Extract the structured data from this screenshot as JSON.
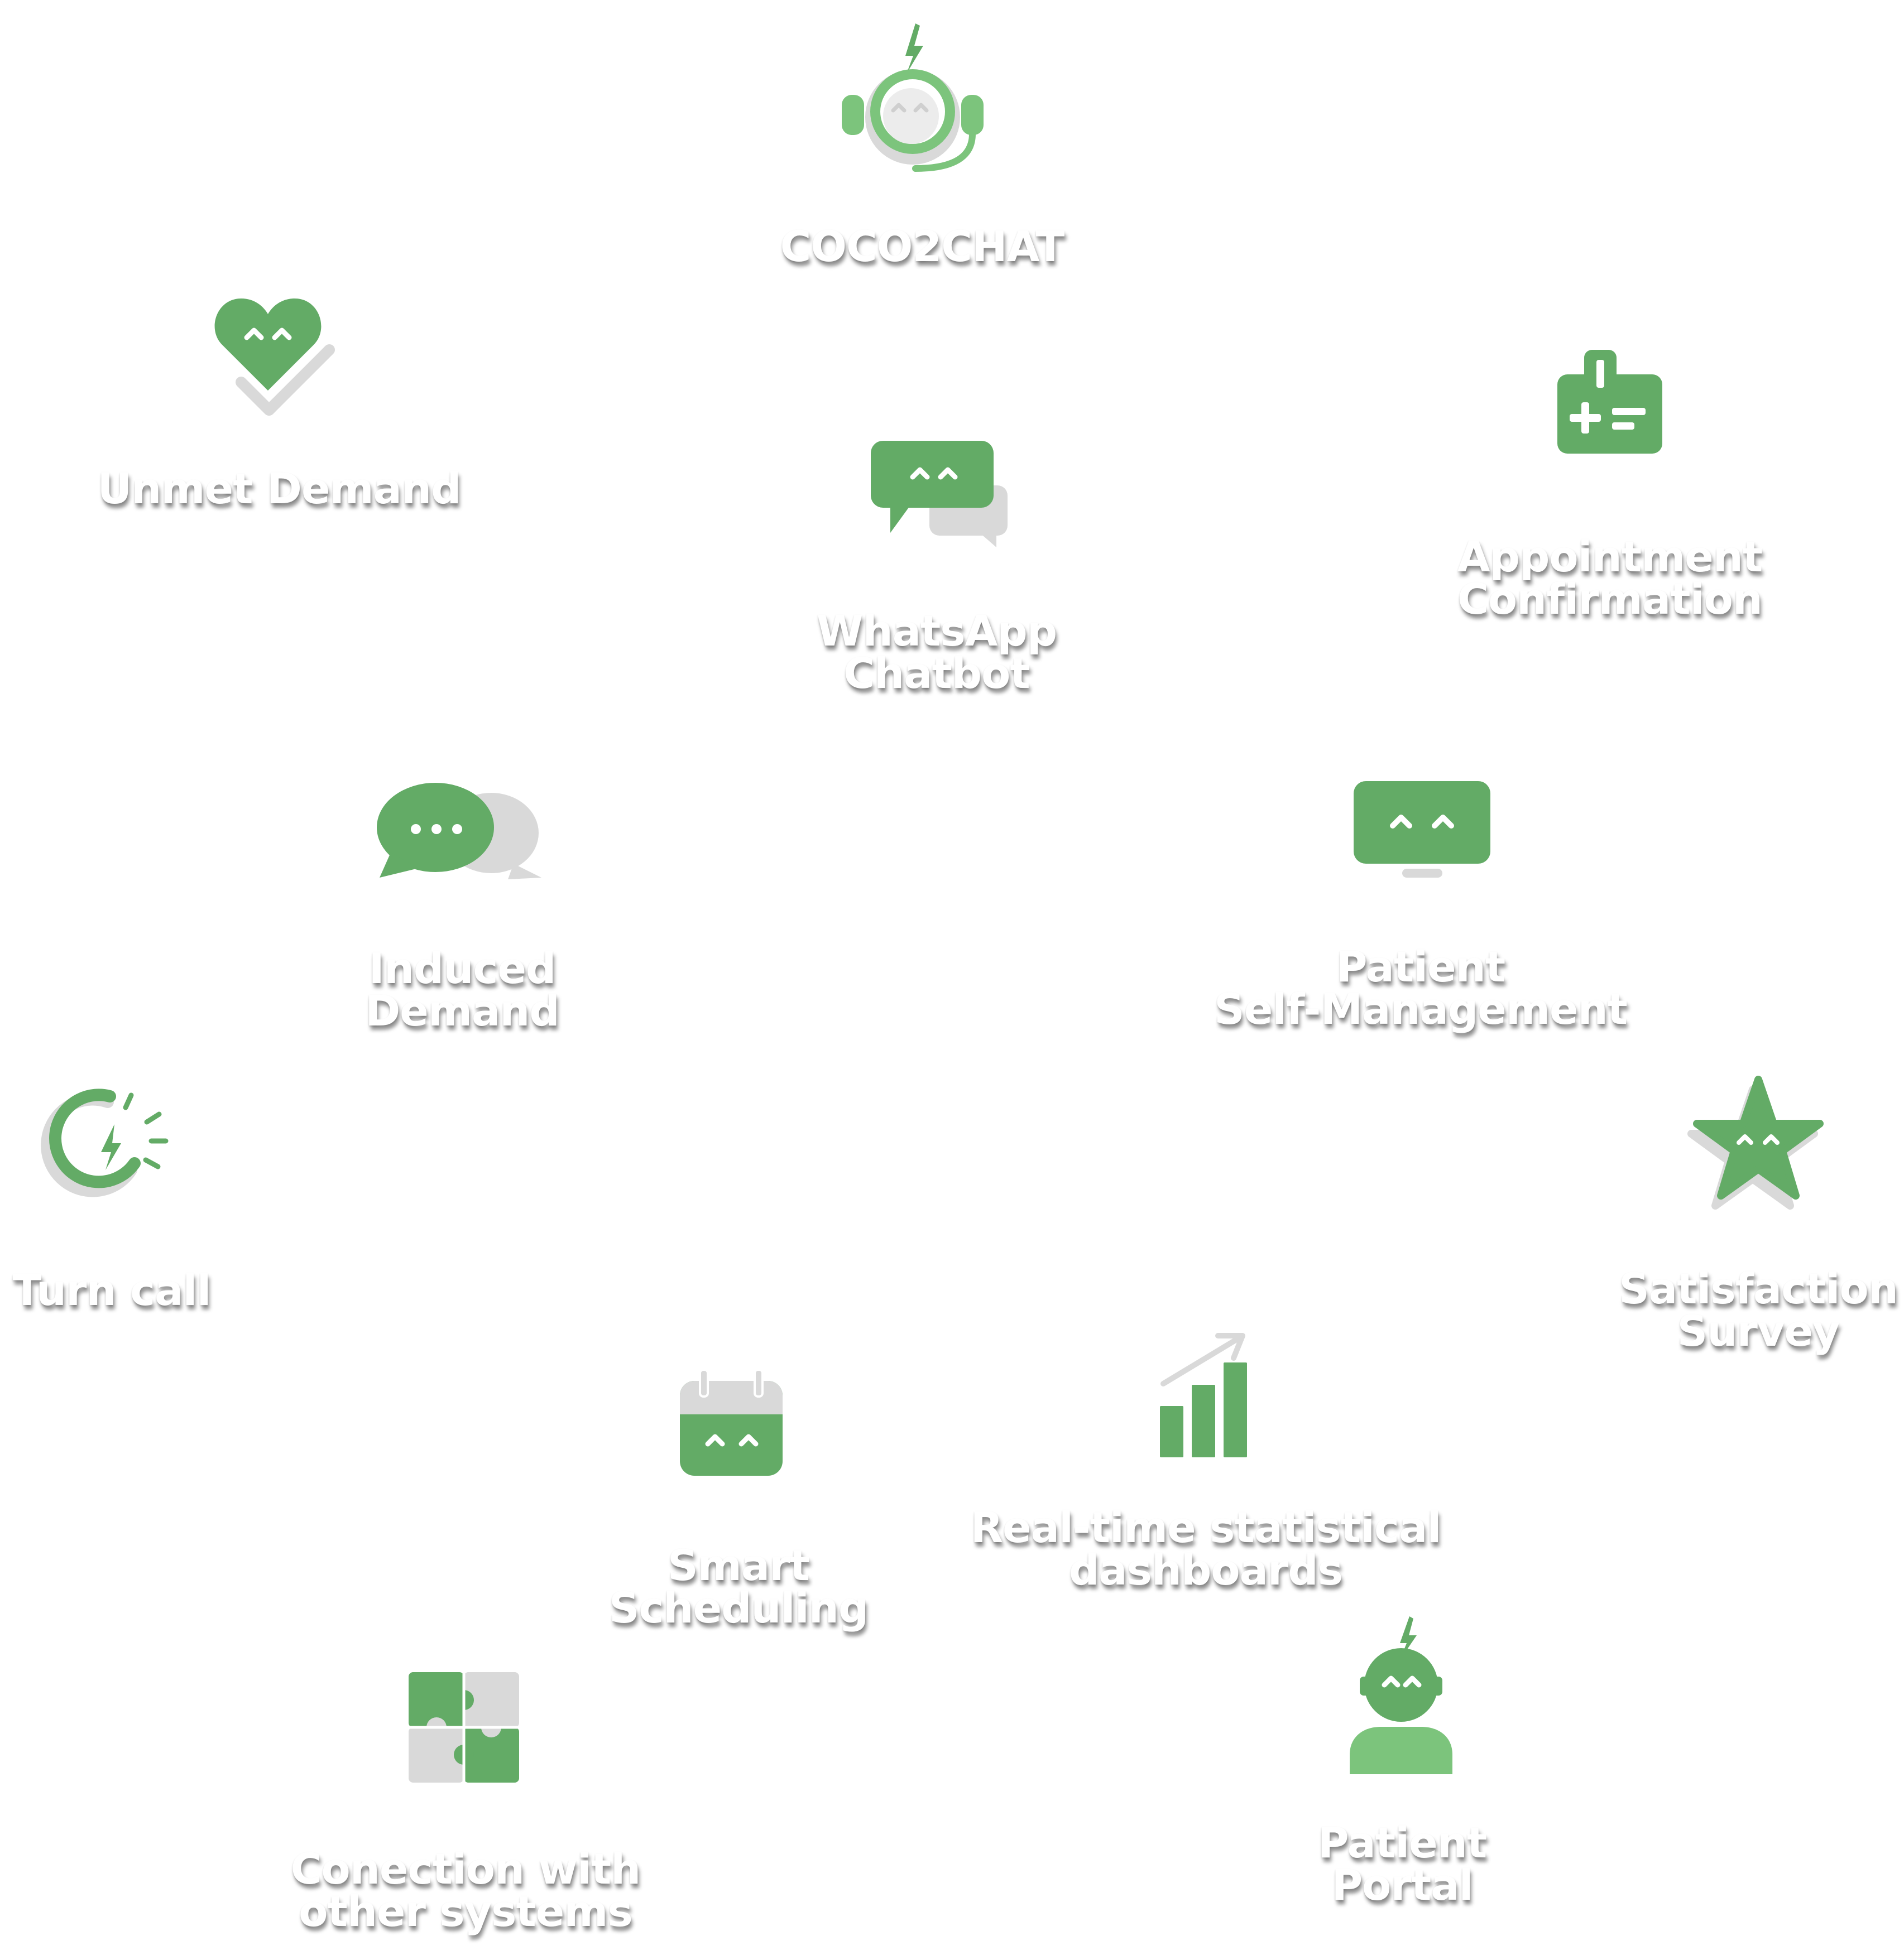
{
  "colors": {
    "primary_green": "#63ab66",
    "light_green": "#7cc47c",
    "shadow_gray": "#d9d9d9",
    "label_text": "#ffffff"
  },
  "center": {
    "label": "COCO2CHAT",
    "icon": "robot-headset-icon"
  },
  "nodes": {
    "unmet_demand": {
      "lines": [
        "Unmet Demand"
      ],
      "icon": "heart-face-icon"
    },
    "whatsapp_chatbot": {
      "lines": [
        "WhatsApp",
        "Chatbot"
      ],
      "icon": "chat-bubbles-icon"
    },
    "appointment_confirmation": {
      "lines": [
        "Appointment",
        "Confirmation"
      ],
      "icon": "medical-badge-icon"
    },
    "induced_demand": {
      "lines": [
        "Induced",
        "Demand"
      ],
      "icon": "speech-dots-icon"
    },
    "patient_self_management": {
      "lines": [
        "Patient",
        "Self-Management"
      ],
      "icon": "monitor-face-icon"
    },
    "turn_call": {
      "lines": [
        "Turn call"
      ],
      "icon": "quick-timer-icon"
    },
    "satisfaction_survey": {
      "lines": [
        "Satisfaction",
        "Survey"
      ],
      "icon": "star-face-icon"
    },
    "smart_scheduling": {
      "lines": [
        "Smart",
        "Scheduling"
      ],
      "icon": "calendar-face-icon"
    },
    "realtime_dashboards": {
      "lines": [
        "Real-time statistical",
        "dashboards"
      ],
      "icon": "bar-chart-icon"
    },
    "connection_systems": {
      "lines": [
        "Conection with",
        "other systems"
      ],
      "icon": "puzzle-icon"
    },
    "patient_portal": {
      "lines": [
        "Patient",
        "Portal"
      ],
      "icon": "person-face-icon"
    }
  }
}
